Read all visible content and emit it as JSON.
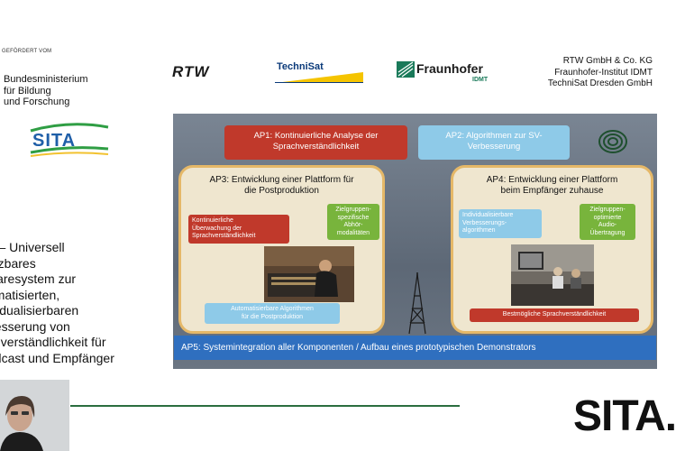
{
  "left": {
    "funded_by": "GEFÖRDERT VOM",
    "ministry_lines": [
      "Bundesministerium",
      "für Bildung",
      "und Forschung"
    ],
    "sita_logo_text": "SITA",
    "description_lines": [
      "A – Universell",
      "etzbares",
      "waresystem zur",
      "omatisierten,",
      "ividualisierbaren",
      "besserung von",
      "chverständlichkeit für",
      "adcast und Empfänger"
    ]
  },
  "logos": {
    "rtw": "RTW",
    "technisat": "TechniSat",
    "fraunhofer": "Fraunhofer",
    "fraunhofer_sub": "IDMT"
  },
  "companies": [
    "RTW GmbH & Co. KG",
    "Fraunhofer-Institut IDMT",
    "TechniSat Dresden GmbH"
  ],
  "slide": {
    "ap1": [
      "AP1: Kontinuierliche Analyse der",
      "Sprachverständlichkeit"
    ],
    "ap2": [
      "AP2: Algorithmen zur SV-",
      "Verbesserung"
    ],
    "ap3": {
      "title": [
        "AP3: Entwicklung einer Plattform für",
        "die Postproduktion"
      ],
      "tag_monitoring": [
        "Kontinuierliche",
        "Überwachung der",
        "Sprachverständlichkeit"
      ],
      "tag_listening": [
        "Zielgruppen-",
        "spezifische",
        "Abhör-",
        "modalitäten"
      ],
      "tag_algorithms": [
        "Automatisierbare Algorithmen",
        "für die Postproduktion"
      ]
    },
    "ap4": {
      "title": [
        "AP4: Entwicklung einer Plattform",
        "beim Empfänger zuhause"
      ],
      "tag_individual": [
        "Individualisierbare",
        "Verbesserungs-",
        "algorithmen"
      ],
      "tag_audio": [
        "Zielgruppen-",
        "optimierte",
        "Audio-",
        "Übertragung"
      ],
      "tag_best": "Bestmögliche Sprachverständlichkeit"
    },
    "ap5": "AP5: Systemintegration aller Komponenten / Aufbau eines prototypischen Demonstrators"
  },
  "footer": {
    "sita_big": "SITA."
  },
  "colors": {
    "red": "#c0392b",
    "light_blue": "#8ecae8",
    "green": "#78b43c",
    "blue_bar": "#2f6fbf",
    "divider": "#2b6e3f"
  }
}
